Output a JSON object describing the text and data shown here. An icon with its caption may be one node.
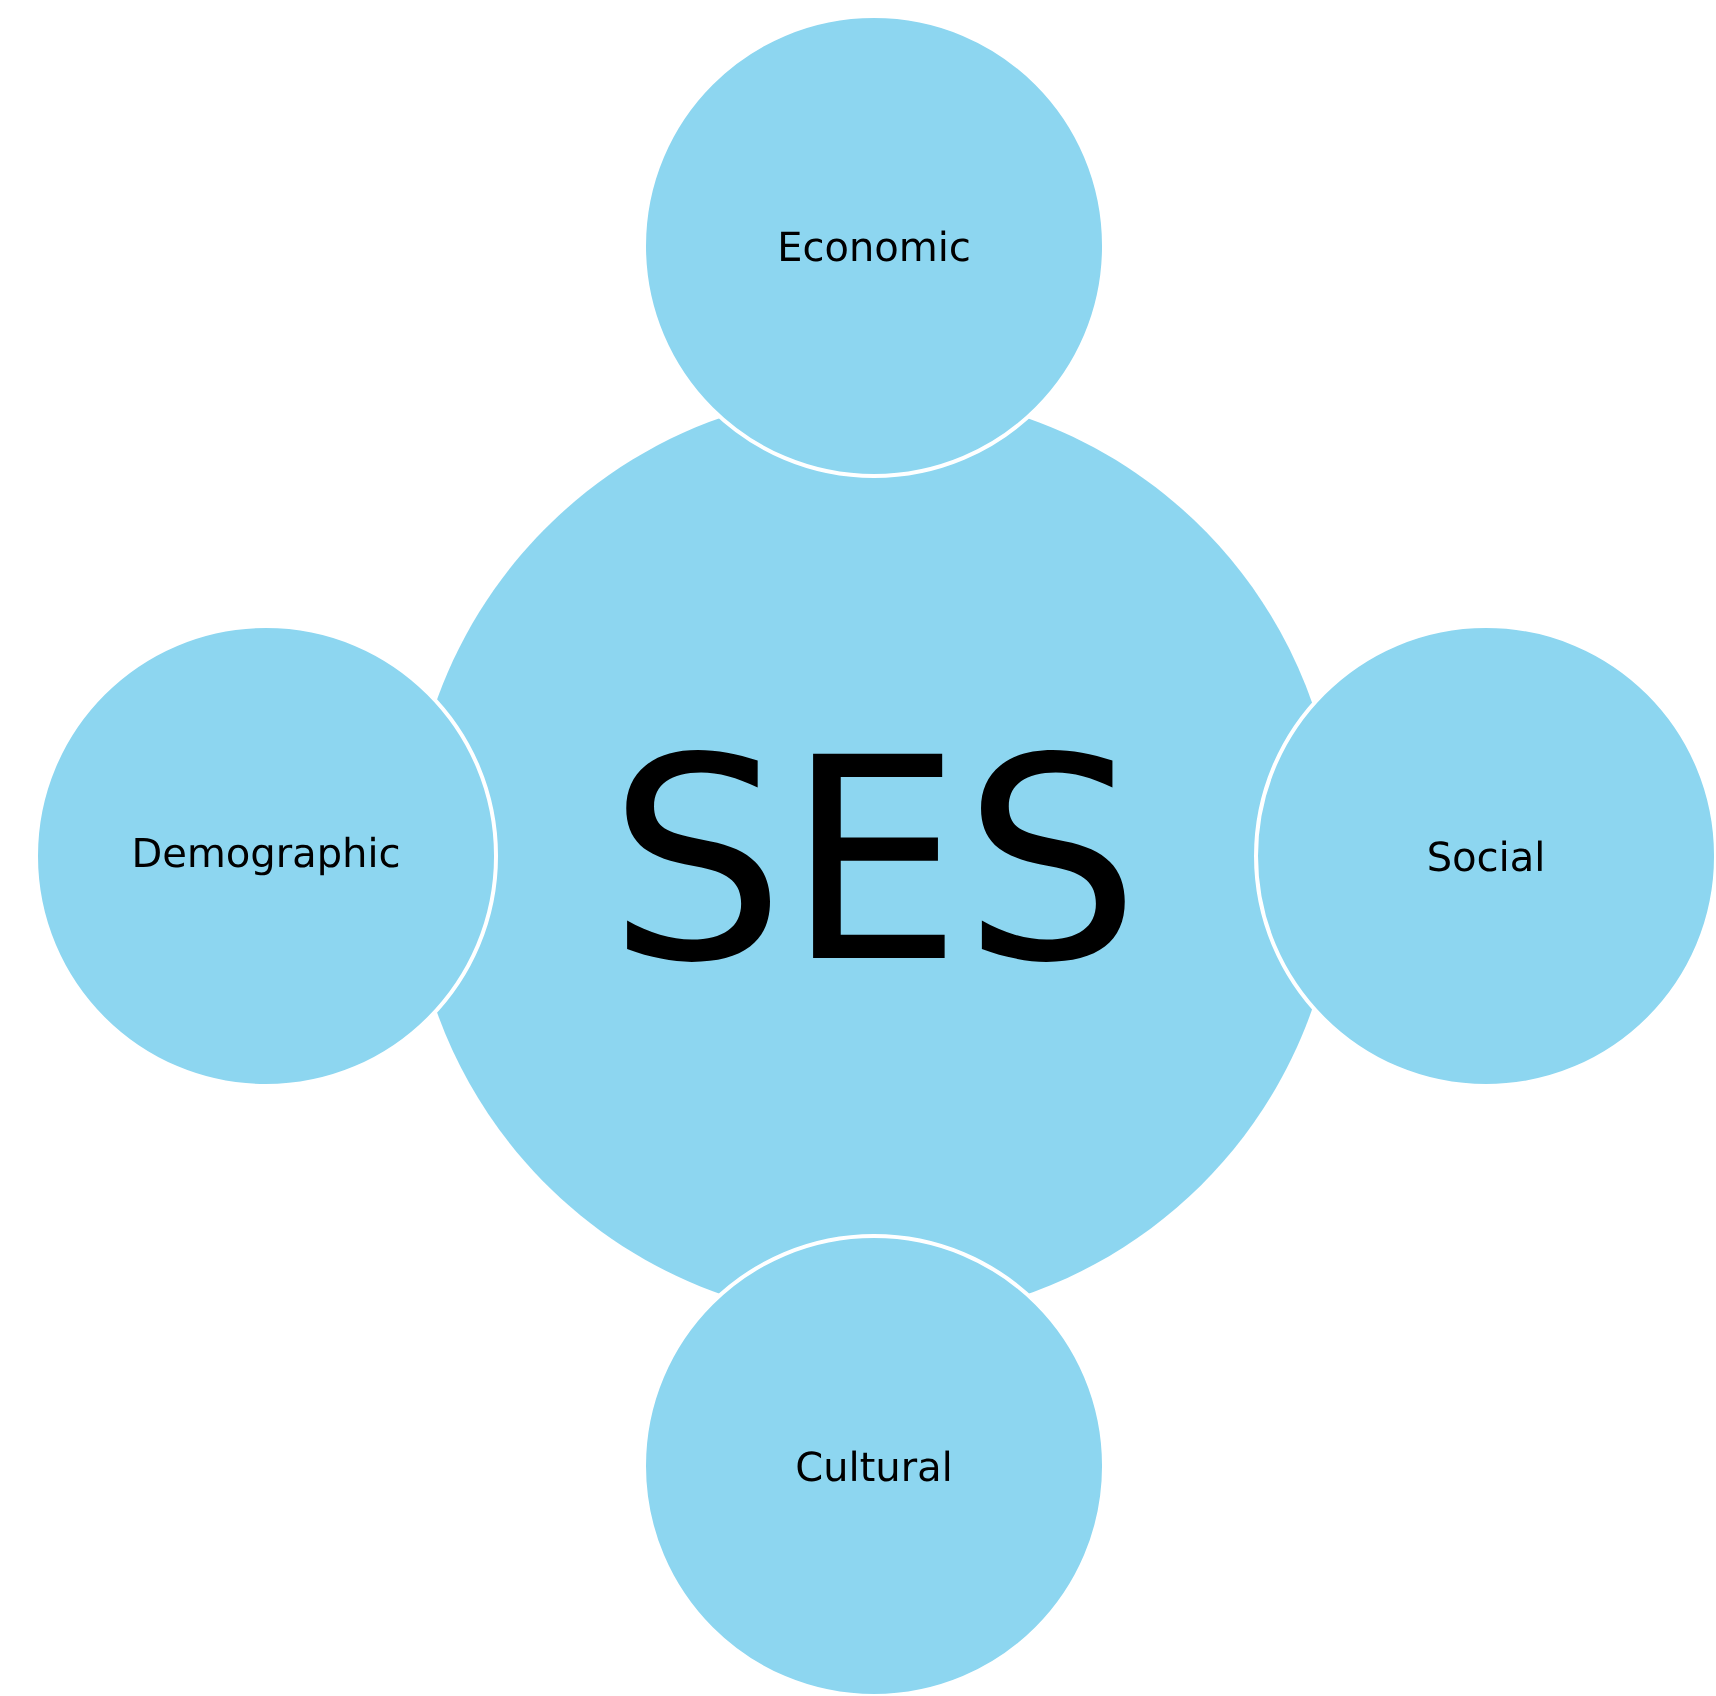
{
  "diagram": {
    "nodes": [
      {
        "text": [
          "Economic"
        ]
      },
      {
        "text": [
          "Demographic"
        ]
      },
      {
        "text": [
          "SES"
        ]
      },
      {
        "text": [
          "Social"
        ]
      },
      {
        "text": [
          "Cultural"
        ]
      }
    ]
  }
}
